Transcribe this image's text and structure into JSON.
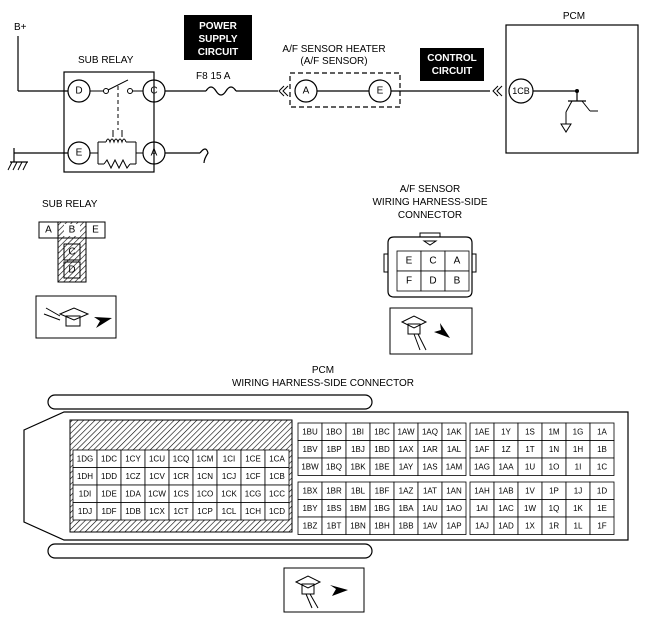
{
  "schematic": {
    "supply_label": "B+",
    "sub_relay_title": "SUB RELAY",
    "relay_pins": [
      "D",
      "C",
      "E",
      "A"
    ],
    "power_tag": [
      "POWER",
      "SUPPLY",
      "CIRCUIT"
    ],
    "fuse_label": "F8 15 A",
    "heater_title": [
      "A/F SENSOR HEATER",
      "(A/F SENSOR)"
    ],
    "heater_pins": [
      "A",
      "E"
    ],
    "control_tag": [
      "CONTROL",
      "CIRCUIT"
    ],
    "pcm_title": "PCM",
    "pcm_pin": "1CB"
  },
  "sub_relay_connector": {
    "title": "SUB RELAY",
    "top_row": [
      "A",
      "B",
      "E"
    ],
    "column": [
      "C",
      "D"
    ]
  },
  "af_connector": {
    "title": [
      "A/F SENSOR",
      "WIRING HARNESS-SIDE",
      "CONNECTOR"
    ],
    "rows": [
      [
        "E",
        "C",
        "A"
      ],
      [
        "F",
        "D",
        "B"
      ]
    ]
  },
  "pcm_connector": {
    "title": [
      "PCM",
      "WIRING HARNESS-SIDE CONNECTOR"
    ],
    "block_left": [
      [
        "1DG",
        "1DC",
        "1CY",
        "1CU",
        "1CQ",
        "1CM",
        "1CI",
        "1CE",
        "1CA"
      ],
      [
        "1DH",
        "1DD",
        "1CZ",
        "1CV",
        "1CR",
        "1CN",
        "1CJ",
        "1CF",
        "1CB"
      ],
      [
        "1DI",
        "1DE",
        "1DA",
        "1CW",
        "1CS",
        "1CO",
        "1CK",
        "1CG",
        "1CC"
      ],
      [
        "1DJ",
        "1DF",
        "1DB",
        "1CX",
        "1CT",
        "1CP",
        "1CL",
        "1CH",
        "1CD"
      ]
    ],
    "block_mid_top": [
      [
        "1BU",
        "1BO",
        "1BI",
        "1BC",
        "1AW",
        "1AQ",
        "1AK"
      ],
      [
        "1BV",
        "1BP",
        "1BJ",
        "1BD",
        "1AX",
        "1AR",
        "1AL"
      ],
      [
        "1BW",
        "1BQ",
        "1BK",
        "1BE",
        "1AY",
        "1AS",
        "1AM"
      ]
    ],
    "block_mid_bot": [
      [
        "1BX",
        "1BR",
        "1BL",
        "1BF",
        "1AZ",
        "1AT",
        "1AN"
      ],
      [
        "1BY",
        "1BS",
        "1BM",
        "1BG",
        "1BA",
        "1AU",
        "1AO"
      ],
      [
        "1BZ",
        "1BT",
        "1BN",
        "1BH",
        "1BB",
        "1AV",
        "1AP"
      ]
    ],
    "block_right_top": [
      [
        "1AE",
        "1Y",
        "1S",
        "1M",
        "1G",
        "1A"
      ],
      [
        "1AF",
        "1Z",
        "1T",
        "1N",
        "1H",
        "1B"
      ],
      [
        "1AG",
        "1AA",
        "1U",
        "1O",
        "1I",
        "1C"
      ]
    ],
    "block_right_bot": [
      [
        "1AH",
        "1AB",
        "1V",
        "1P",
        "1J",
        "1D"
      ],
      [
        "1AI",
        "1AC",
        "1W",
        "1Q",
        "1K",
        "1E"
      ],
      [
        "1AJ",
        "1AD",
        "1X",
        "1R",
        "1L",
        "1F"
      ]
    ]
  }
}
